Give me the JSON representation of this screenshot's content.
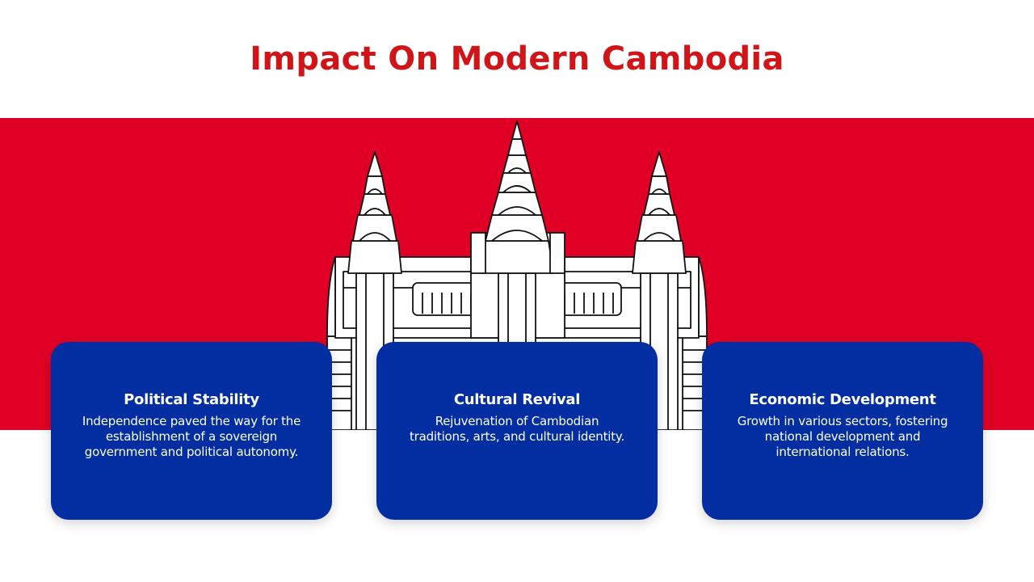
{
  "slide": {
    "title": "Impact On Modern Cambodia"
  },
  "colors": {
    "title": "#d01519",
    "flag_red": "#e00025",
    "flag_blue": "#032ea1",
    "temple_fill": "#ffffff",
    "temple_outline": "#000000"
  },
  "illustration": {
    "icon": "angkor-wat-temple-icon"
  },
  "cards": [
    {
      "title": "Political Stability",
      "text": "Independence paved the way for the establishment of a sovereign government and political autonomy."
    },
    {
      "title": "Cultural Revival",
      "text": "Rejuvenation of Cambodian traditions, arts, and cultural identity."
    },
    {
      "title": "Economic Development",
      "text": "Growth in various sectors, fostering national development and international relations."
    }
  ]
}
